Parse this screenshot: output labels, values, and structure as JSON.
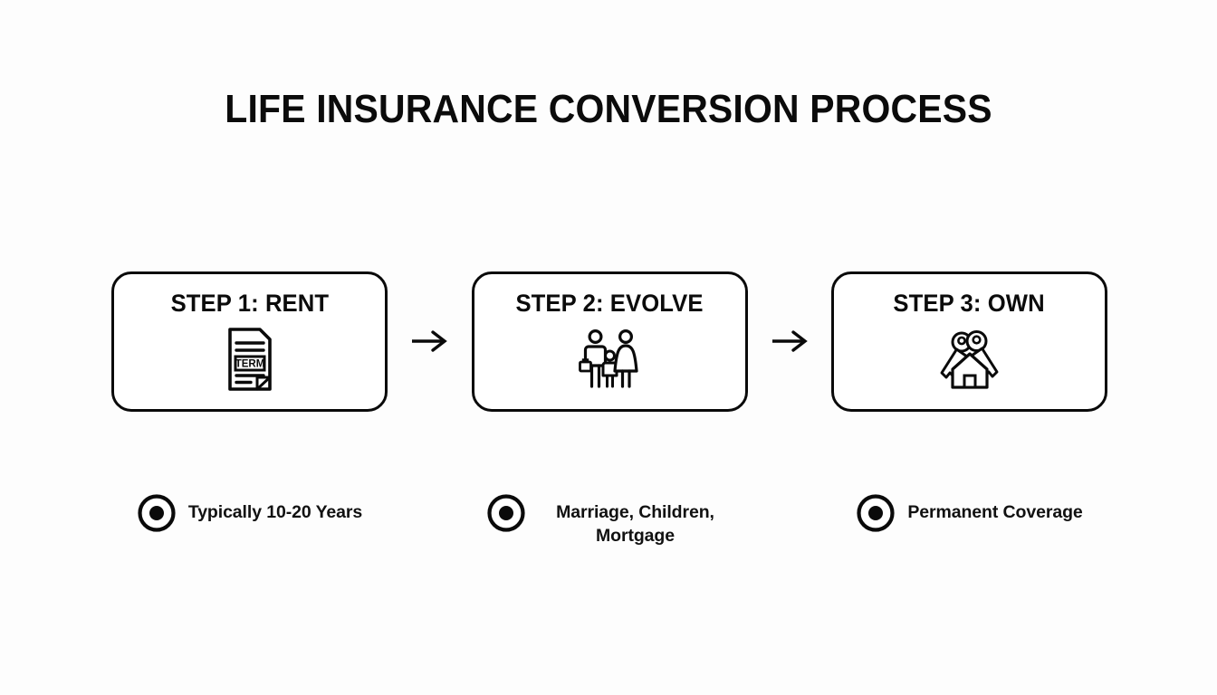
{
  "page": {
    "title": "LIFE INSURANCE CONVERSION PROCESS",
    "background_color": "#fdfdfd",
    "ink_color": "#0a0a0a"
  },
  "steps": [
    {
      "title": "STEP 1: RENT",
      "icon": "term-document-icon",
      "icon_label": "TERM",
      "arrow_after": "→"
    },
    {
      "title": "STEP 2: EVOLVE",
      "icon": "family-icon",
      "arrow_after": "→"
    },
    {
      "title": "STEP 3: OWN",
      "icon": "keys-house-icon",
      "arrow_after": ""
    }
  ],
  "captions": [
    {
      "bullet": "radio-bullet-icon",
      "text": "Typically 10-20 Years",
      "wrap": "one-line"
    },
    {
      "bullet": "radio-bullet-icon",
      "text": "Marriage, Children, Mortgage",
      "wrap": "two-line"
    },
    {
      "bullet": "radio-bullet-icon",
      "text": "Permanent Coverage",
      "wrap": "one-line"
    }
  ]
}
